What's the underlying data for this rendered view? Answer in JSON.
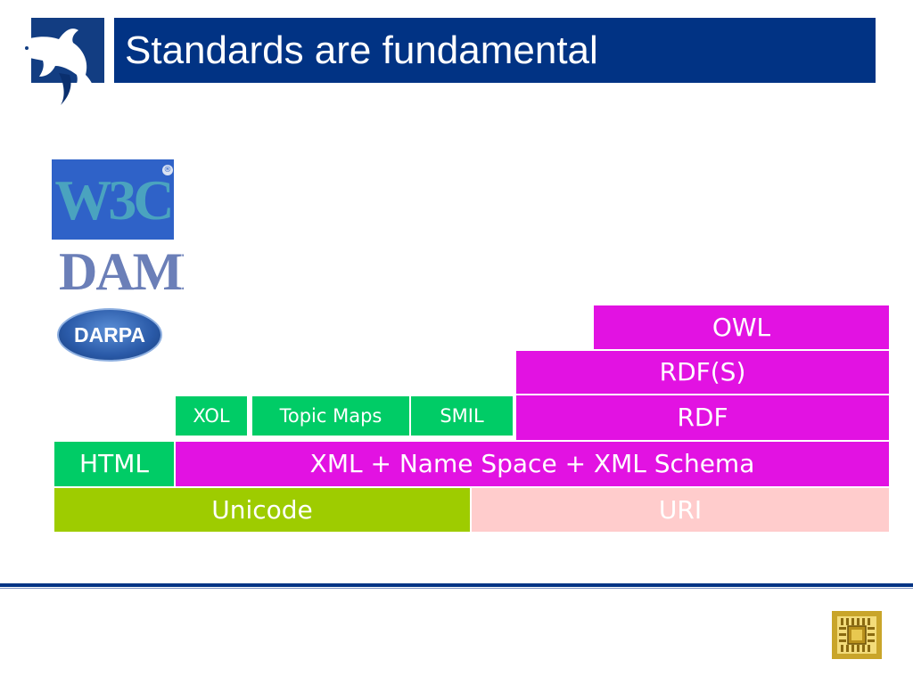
{
  "slide": {
    "title": "Standards are fundamental"
  },
  "logos": {
    "w3c": "W3C",
    "daml": "DAML",
    "darpa": "DARPA"
  },
  "stack": {
    "owl": "OWL",
    "rdfs": "RDF(S)",
    "rdf": "RDF",
    "xol": "XOL",
    "topic_maps": "Topic Maps",
    "smil": "SMIL",
    "html": "HTML",
    "xml": "XML + Name Space + XML Schema",
    "unicode": "Unicode",
    "uri": "URI"
  },
  "colors": {
    "title_bar": "#013384",
    "magenta": "#e212e2",
    "green": "#00cc66",
    "lime": "#9ecc00",
    "pink": "#ffcccc"
  },
  "icons": {
    "header_logo": "dolphin-icon",
    "footer_logo": "chip-icon"
  }
}
